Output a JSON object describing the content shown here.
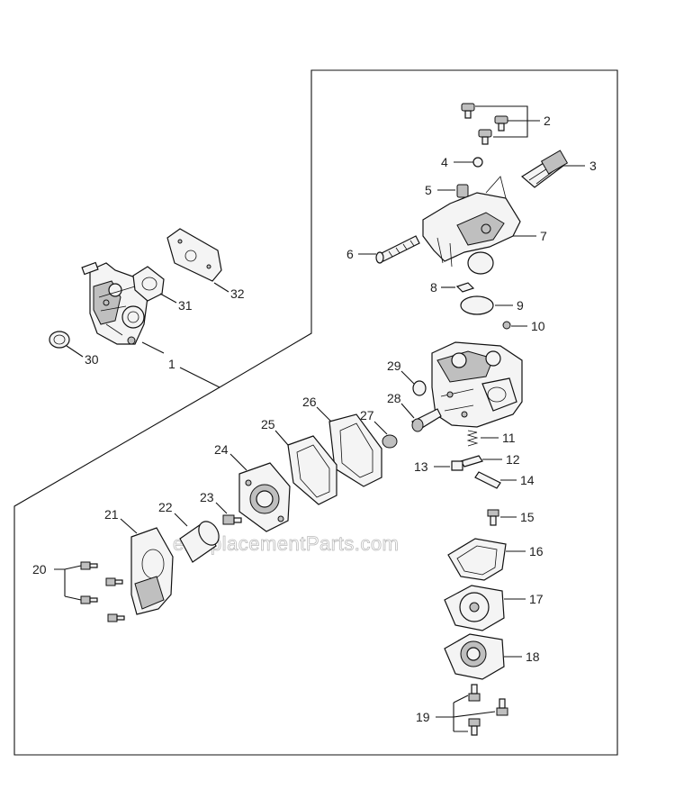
{
  "watermark": "eReplacementParts.com",
  "callouts": [
    {
      "id": "c1",
      "label": "1"
    },
    {
      "id": "c2",
      "label": "2"
    },
    {
      "id": "c3",
      "label": "3"
    },
    {
      "id": "c4",
      "label": "4"
    },
    {
      "id": "c5",
      "label": "5"
    },
    {
      "id": "c6",
      "label": "6"
    },
    {
      "id": "c7",
      "label": "7"
    },
    {
      "id": "c8",
      "label": "8"
    },
    {
      "id": "c9",
      "label": "9"
    },
    {
      "id": "c10",
      "label": "10"
    },
    {
      "id": "c11",
      "label": "11"
    },
    {
      "id": "c12",
      "label": "12"
    },
    {
      "id": "c13",
      "label": "13"
    },
    {
      "id": "c14",
      "label": "14"
    },
    {
      "id": "c15",
      "label": "15"
    },
    {
      "id": "c16",
      "label": "16"
    },
    {
      "id": "c17",
      "label": "17"
    },
    {
      "id": "c18",
      "label": "18"
    },
    {
      "id": "c19",
      "label": "19"
    },
    {
      "id": "c20",
      "label": "20"
    },
    {
      "id": "c21",
      "label": "21"
    },
    {
      "id": "c22",
      "label": "22"
    },
    {
      "id": "c23",
      "label": "23"
    },
    {
      "id": "c24",
      "label": "24"
    },
    {
      "id": "c25",
      "label": "25"
    },
    {
      "id": "c26",
      "label": "26"
    },
    {
      "id": "c27",
      "label": "27"
    },
    {
      "id": "c28",
      "label": "28"
    },
    {
      "id": "c29",
      "label": "29"
    },
    {
      "id": "c30",
      "label": "30"
    },
    {
      "id": "c31",
      "label": "31"
    },
    {
      "id": "c32",
      "label": "32"
    }
  ]
}
